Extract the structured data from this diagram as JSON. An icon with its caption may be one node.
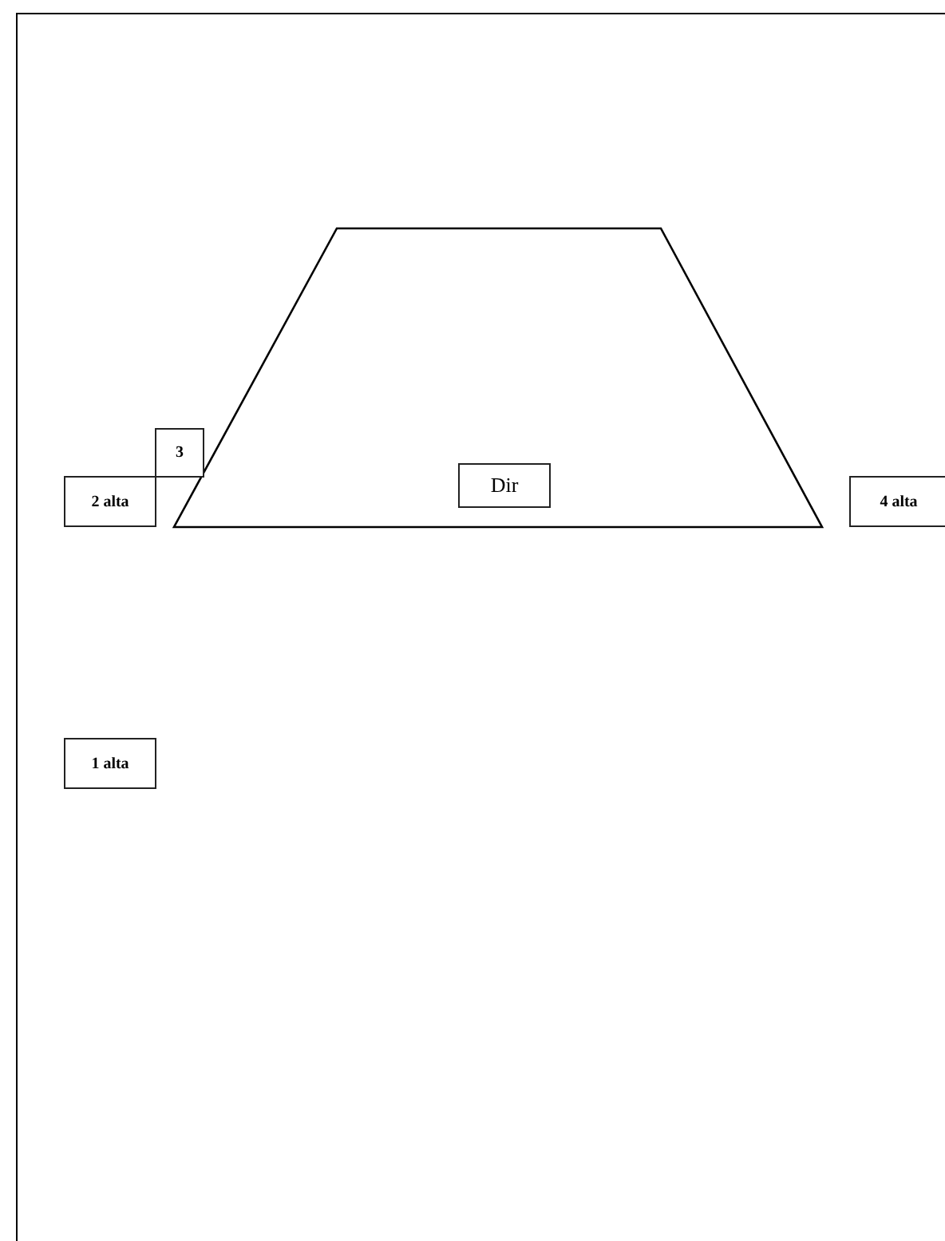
{
  "diagram": {
    "nodes": [
      {
        "text": [],
        "shape": "trapezoid"
      },
      {
        "text": [
          "3"
        ]
      },
      {
        "text": [
          "2 alta"
        ]
      },
      {
        "text": [
          "Dir"
        ],
        "in": 0
      },
      {
        "text": [
          "4 alta"
        ]
      },
      {
        "text": [
          "1 alta"
        ]
      }
    ]
  }
}
